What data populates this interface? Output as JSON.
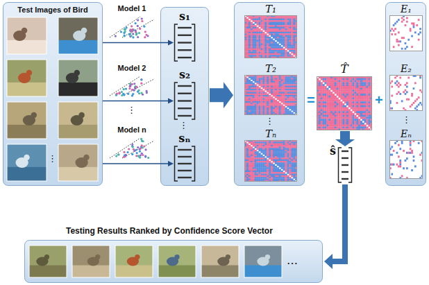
{
  "diagram": {
    "nodes": [
      {
        "text": [
          "Test Images of Bird"
        ]
      },
      {},
      {
        "text": [
          "s₁"
        ],
        "in": 1
      },
      {
        "text": [
          "s₂"
        ],
        "in": 1
      },
      {
        "text": [
          "sₙ"
        ],
        "in": 1
      },
      {},
      {
        "text": [
          "T₁"
        ],
        "in": 5
      },
      {
        "text": [
          "T₂"
        ],
        "in": 5
      },
      {
        "text": [
          "Tₙ"
        ],
        "in": 5
      },
      {
        "text": [
          "T̂"
        ]
      },
      {},
      {
        "text": [
          "E₁"
        ],
        "in": 10
      },
      {
        "text": [
          "E₂"
        ],
        "in": 10
      },
      {
        "text": [
          "Eₙ"
        ],
        "in": 10
      },
      {
        "text": [
          "ŝ"
        ]
      },
      {
        "text": [
          "Testing Results Ranked by Confidence Score Vector"
        ]
      }
    ],
    "edges": [
      {
        "from": 0,
        "to": 2,
        "arrow": "to",
        "label": "Model 1"
      },
      {
        "from": 0,
        "to": 3,
        "arrow": "to",
        "label": "Model 2"
      },
      {
        "from": 0,
        "to": 4,
        "arrow": "to",
        "label": "Model n"
      },
      {
        "from": 1,
        "to": 5,
        "arrow": "to"
      },
      {
        "from": 9,
        "to": 14,
        "arrow": "to"
      },
      {
        "from": 14,
        "to": 15,
        "arrow": "to"
      }
    ],
    "labels": [
      "⋮",
      "⋮",
      "⋮",
      "⋮",
      "⋮",
      "=",
      "+",
      "…"
    ]
  }
}
